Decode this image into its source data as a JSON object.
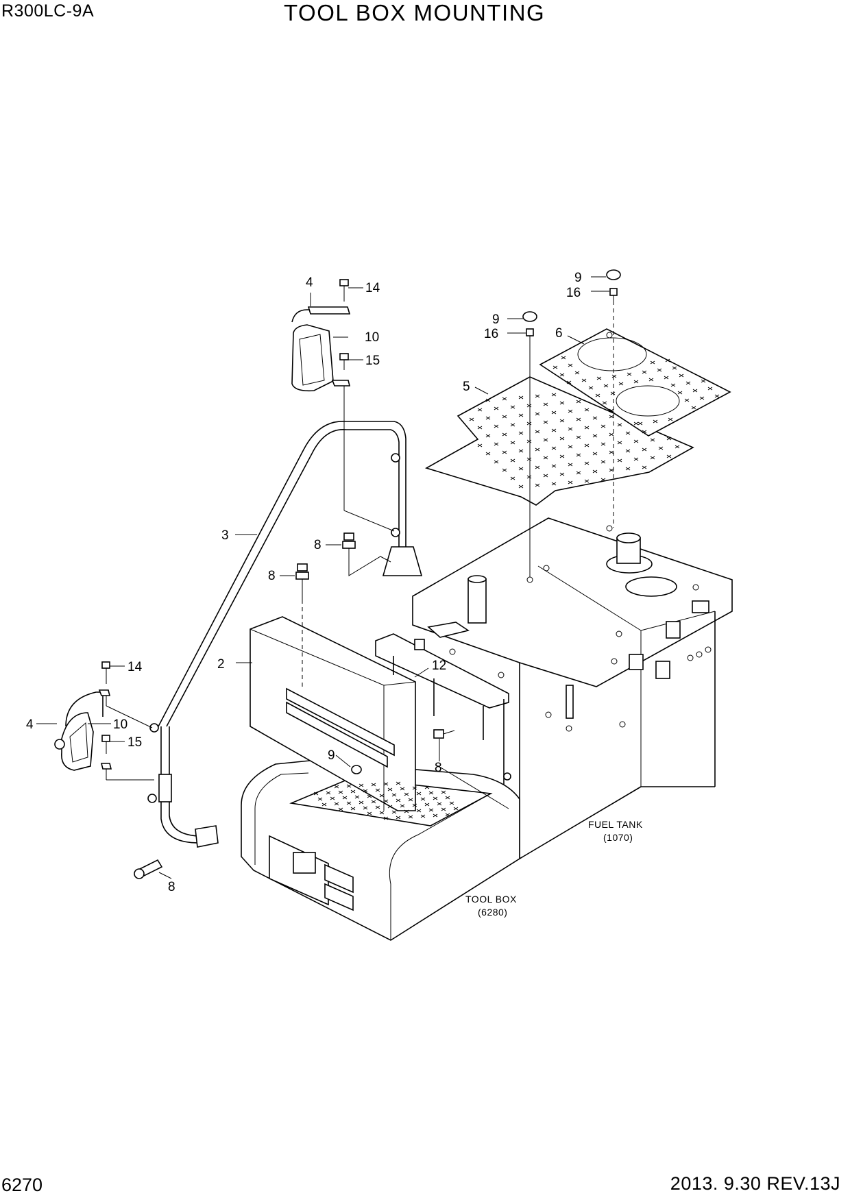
{
  "header": {
    "model": "R300LC-9A",
    "title": "TOOL BOX MOUNTING"
  },
  "footer": {
    "page_number": "6270",
    "revision": "2013. 9.30  REV.13J"
  },
  "callouts": {
    "c4_top": "4",
    "c14_top": "14",
    "c10_top": "10",
    "c15_top": "15",
    "c9_a": "9",
    "c16_a": "16",
    "c9_b": "9",
    "c16_b": "16",
    "c6": "6",
    "c5": "5",
    "c3": "3",
    "c8_a": "8",
    "c8_b": "8",
    "c2": "2",
    "c12": "12",
    "c14_left": "14",
    "c4_left": "4",
    "c10_left": "10",
    "c15_left": "15",
    "c9_c": "9",
    "c8_c": "8",
    "c8_d": "8"
  },
  "references": {
    "fuel_tank_label": "FUEL TANK",
    "fuel_tank_code": "(1070)",
    "tool_box_label": "TOOL BOX",
    "tool_box_code": "(6280)"
  }
}
